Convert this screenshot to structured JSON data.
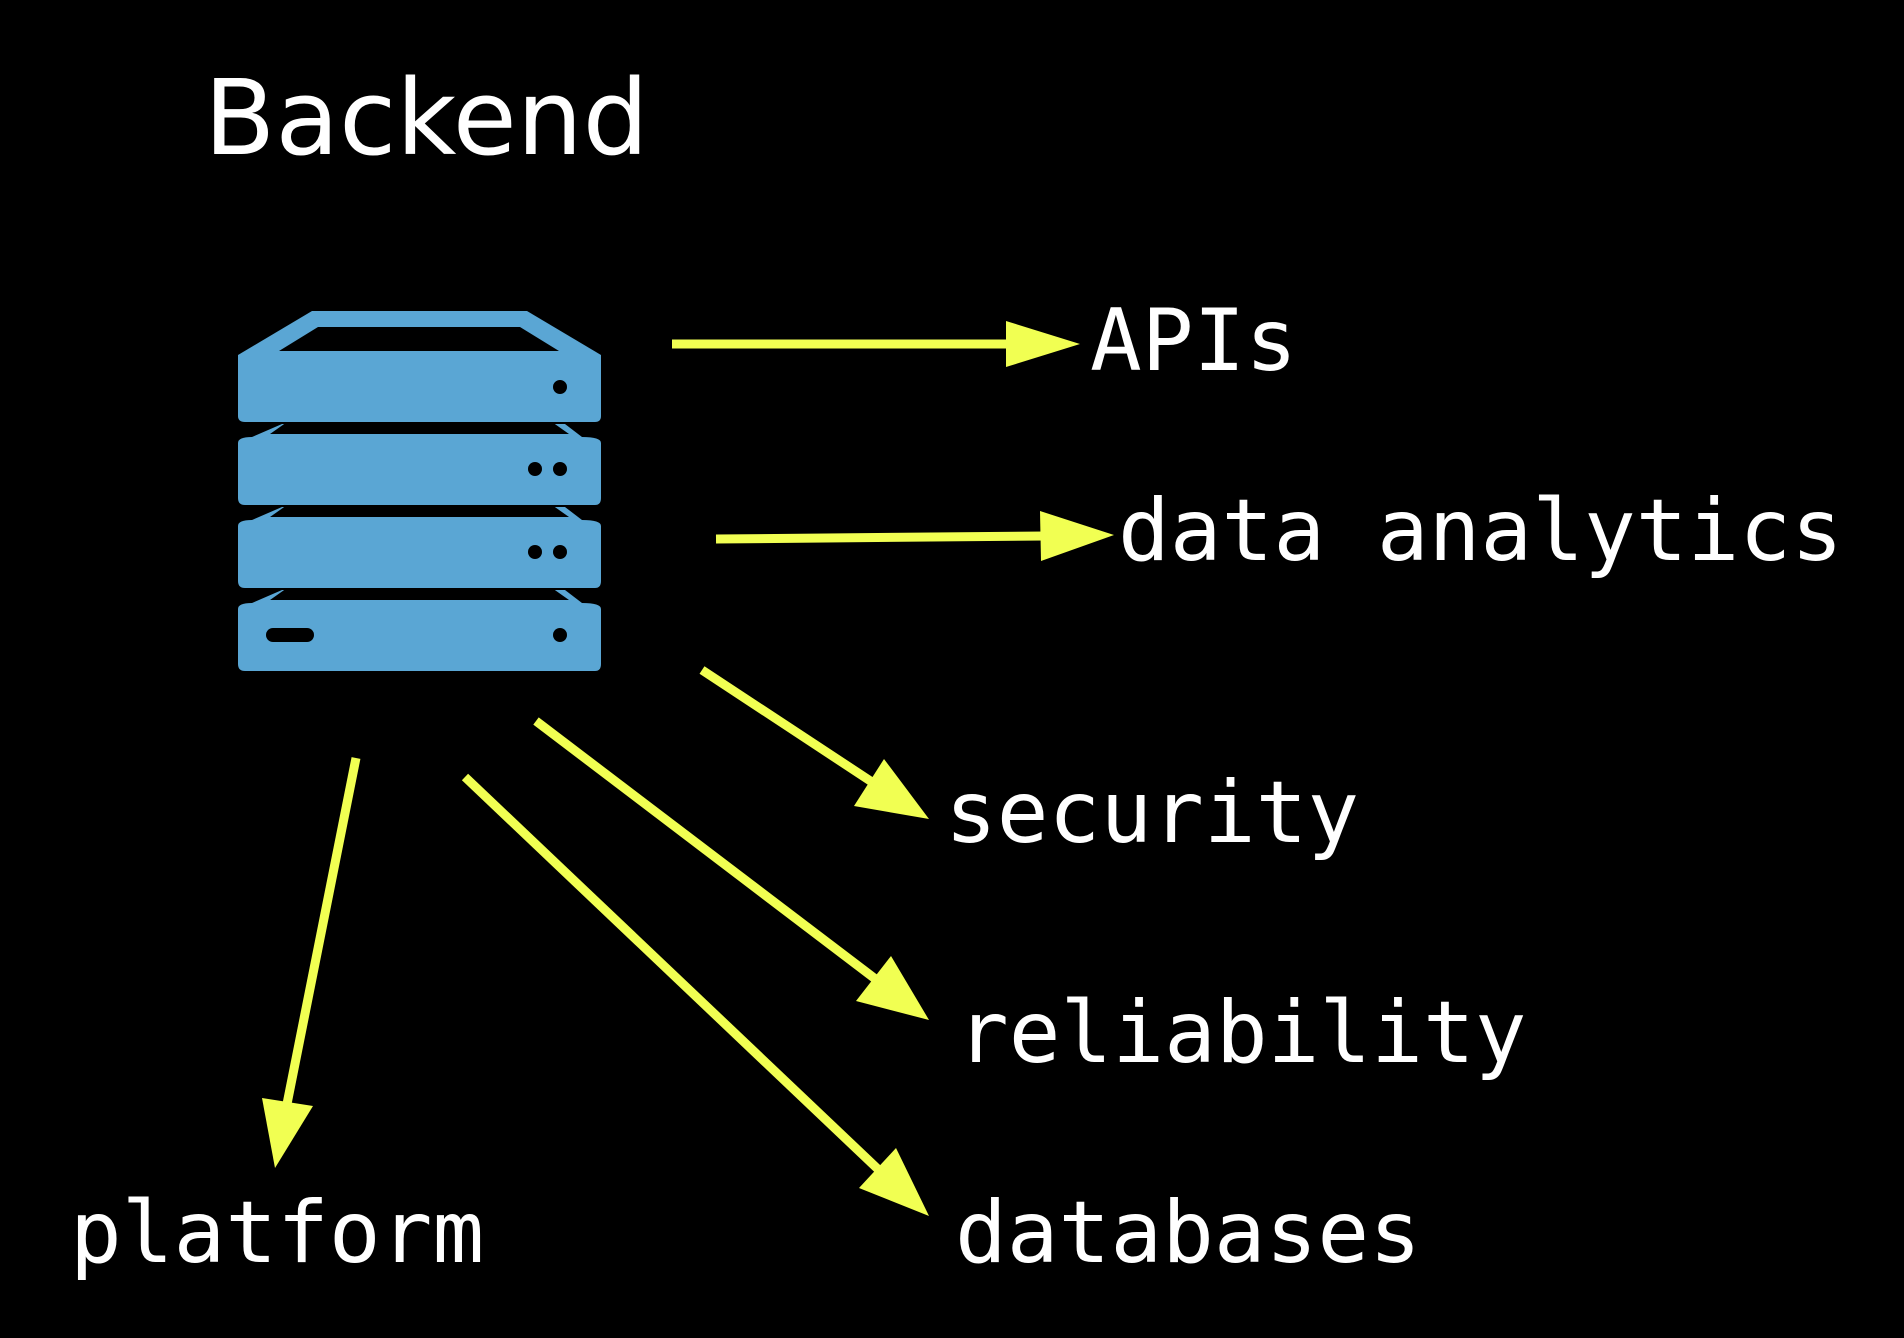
{
  "title": "Backend",
  "colors": {
    "background": "#000000",
    "text": "#ffffff",
    "server": "#5aa6d4",
    "arrow": "#f1ff52"
  },
  "center_icon": "server-rack-icon",
  "labels": {
    "apis": "APIs",
    "data_analytics": "data analytics",
    "security": "security",
    "reliability": "reliability",
    "databases": "databases",
    "platform": "platform"
  }
}
